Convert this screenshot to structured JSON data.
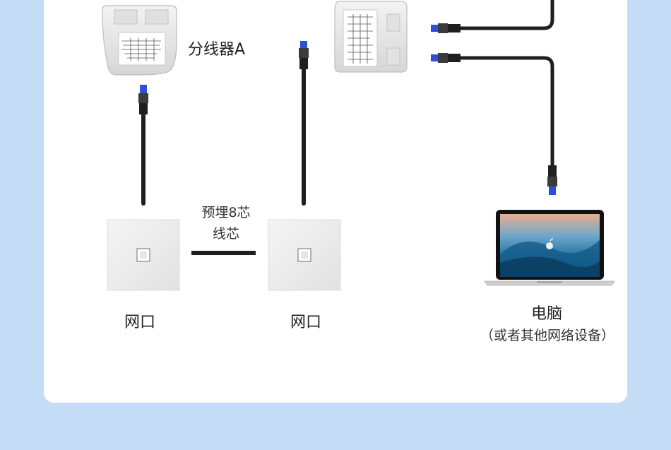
{
  "labels": {
    "splitter_a": "分线器A",
    "embedded_line_1": "预埋8芯",
    "embedded_line_2": "线芯",
    "port_left": "网口",
    "port_right": "网口",
    "computer": "电脑",
    "computer_note": "（或者其他网络设备）"
  },
  "colors": {
    "background": "#c5dcf7",
    "panel": "#ffffff",
    "cable": "#1f1f1f",
    "connector_blue": "#2b4fd6"
  },
  "icons": [
    "splitter-device",
    "wall-socket",
    "ethernet-plug",
    "laptop",
    "apple-logo"
  ]
}
